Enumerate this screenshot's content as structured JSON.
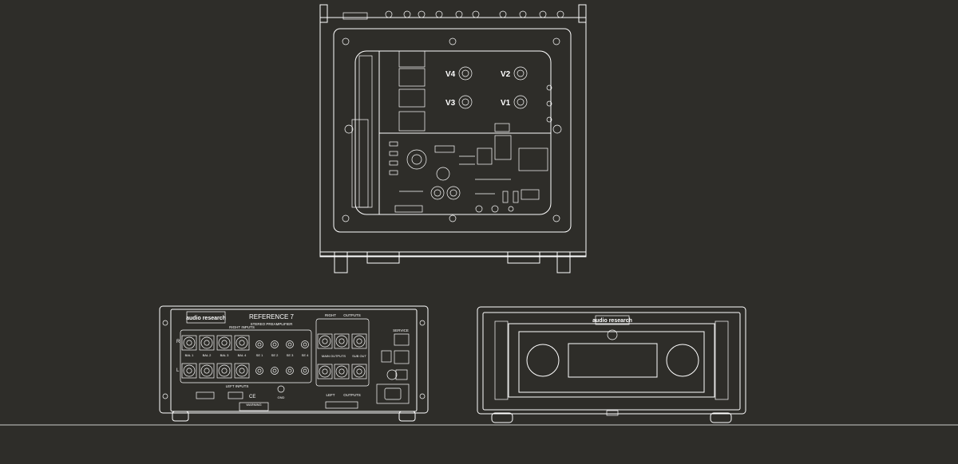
{
  "colors": {
    "background": "#2e2d29",
    "line": "#ffffff"
  },
  "top_view": {
    "tubes": [
      {
        "label": "V4"
      },
      {
        "label": "V2"
      },
      {
        "label": "V3"
      },
      {
        "label": "V1"
      }
    ]
  },
  "rear_panel": {
    "brand": "audio research",
    "model": "REFERENCE 7",
    "model_sub": "STEREO PREAMPLIFIER",
    "right_inputs": "RIGHT INPUTS",
    "left_inputs": "LEFT INPUTS",
    "right_outputs_a": "RIGHT",
    "right_outputs_b": "OUTPUTS",
    "left_outputs_a": "LEFT",
    "left_outputs_b": "OUTPUTS",
    "main_outputs": "MAIN OUTPUTS",
    "sub_out": "SUB OUT",
    "channel_r": "R",
    "channel_l": "L",
    "gnd": "GND",
    "service": "SERVICE",
    "warning": "WARNING",
    "bal_labels": [
      "BAL 1",
      "BAL 2",
      "BAL 3",
      "BAL 4"
    ],
    "se_labels": [
      "SE 1",
      "SE 2",
      "SE 3",
      "SE 4"
    ]
  },
  "front_panel": {
    "brand": "audio research"
  }
}
